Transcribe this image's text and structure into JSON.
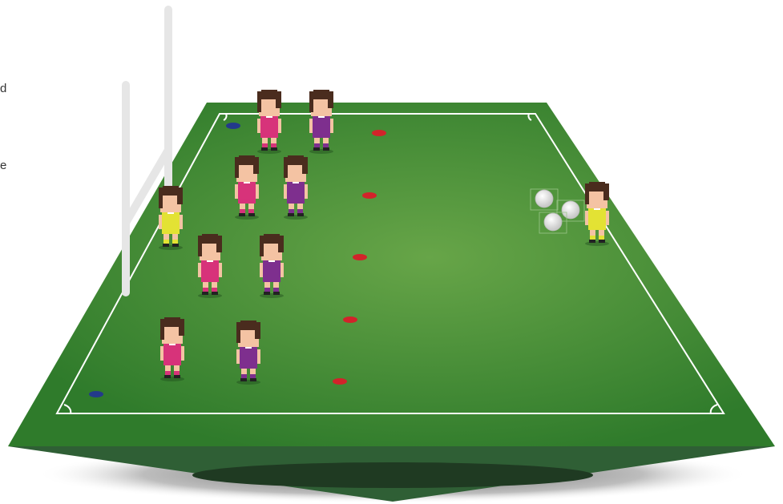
{
  "edge_text": [
    "d",
    "e"
  ],
  "colors": {
    "pitch_light": "#64a445",
    "pitch_dark": "#2e7a2a",
    "pitch_side": "#2f5c34",
    "pitch_line": "#ffffff",
    "cone_red": "#d2232a",
    "cone_blue": "#233a8b",
    "post": "#e8e8e8",
    "team_pink": "#d7337a",
    "team_purple": "#7e2f8e",
    "team_yellow": "#e3e234",
    "hair": "#4a2c1e",
    "skin": "#f4c3a3"
  },
  "players": [
    {
      "team": "pink"
    },
    {
      "team": "purple"
    },
    {
      "team": "pink"
    },
    {
      "team": "purple"
    },
    {
      "team": "yellow"
    },
    {
      "team": "pink"
    },
    {
      "team": "purple"
    },
    {
      "team": "pink"
    },
    {
      "team": "purple"
    },
    {
      "team": "yellow"
    }
  ],
  "cones": [
    {
      "color": "red"
    },
    {
      "color": "red"
    },
    {
      "color": "red"
    },
    {
      "color": "red"
    },
    {
      "color": "red"
    },
    {
      "color": "blue"
    },
    {
      "color": "blue"
    }
  ],
  "balls": 3
}
